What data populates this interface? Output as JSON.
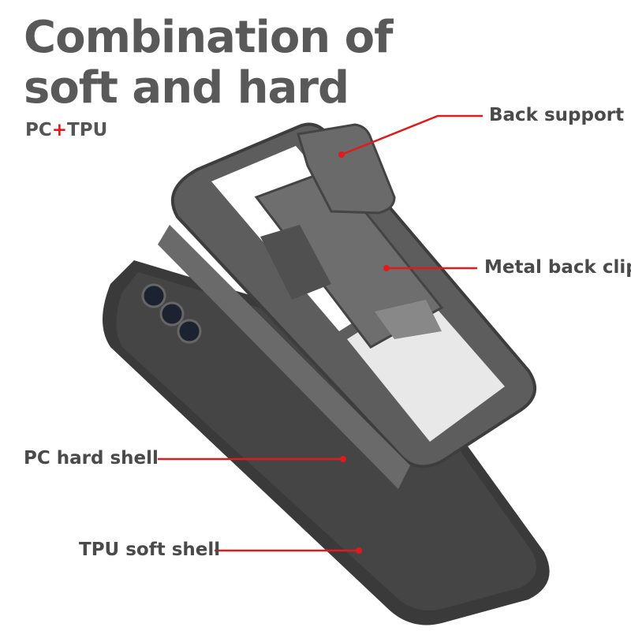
{
  "title": {
    "line1": "Combination of",
    "line2": "soft and hard"
  },
  "subtitle": {
    "part1": "PC",
    "plus": "+",
    "part2": "TPU"
  },
  "callouts": [
    {
      "label": "Back support"
    },
    {
      "label": "Metal back clip"
    },
    {
      "label": "PC hard shell"
    },
    {
      "label": "TPU soft shell"
    }
  ],
  "colors": {
    "accent": "#e01b1b",
    "text": "#595959",
    "case": "#4a4a4a"
  }
}
